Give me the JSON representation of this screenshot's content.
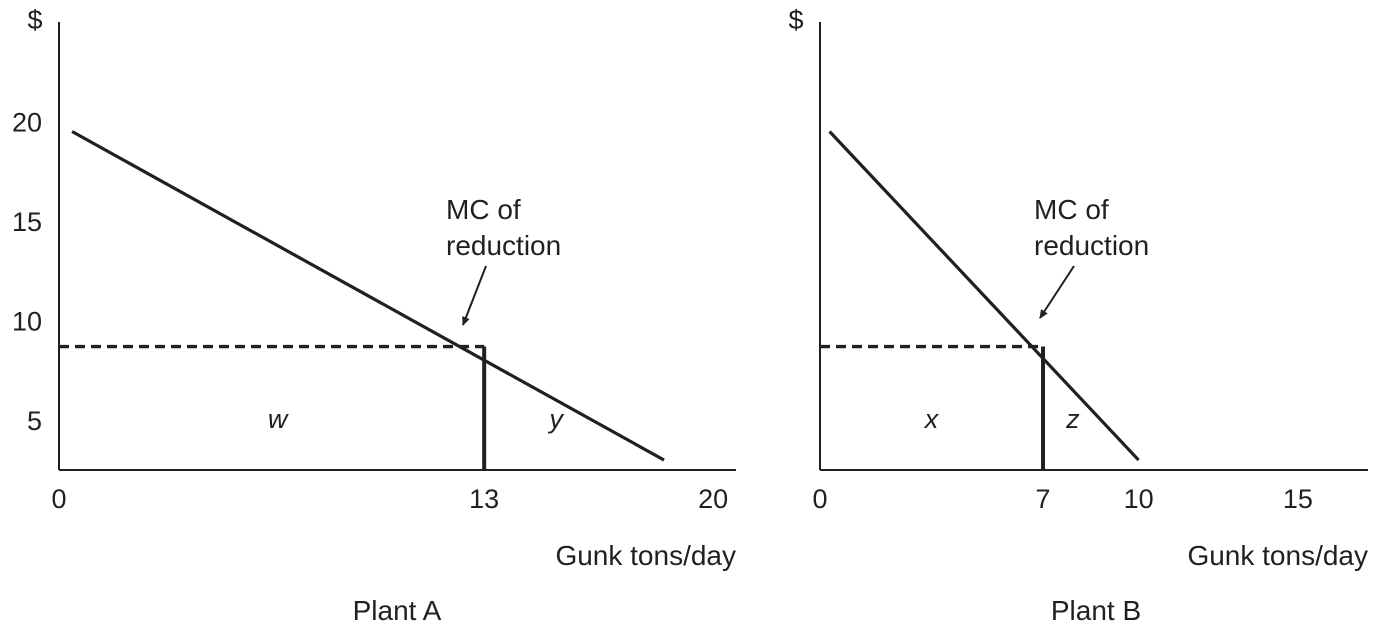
{
  "chart_data": [
    {
      "type": "line",
      "title": "Plant A",
      "ylabel": "$",
      "xlabel": "Gunk tons/day",
      "x_ticks": [
        0,
        13,
        20
      ],
      "y_ticks": [
        5,
        10,
        15,
        20
      ],
      "xlim": [
        0,
        20.7
      ],
      "ylim": [
        2.5,
        25
      ],
      "series": [
        {
          "name": "MC of reduction",
          "x": [
            0.4,
            18.5
          ],
          "y": [
            19.5,
            3.0
          ]
        }
      ],
      "price_level": 8.7,
      "quantity_marker": 13,
      "annotation": [
        "MC of",
        "reduction"
      ],
      "regions": [
        "w",
        "y"
      ]
    },
    {
      "type": "line",
      "title": "Plant B",
      "ylabel": "$",
      "xlabel": "Gunk tons/day",
      "x_ticks": [
        0,
        7,
        10,
        15
      ],
      "y_ticks": [],
      "xlim": [
        0,
        17.2
      ],
      "ylim": [
        2.5,
        25
      ],
      "series": [
        {
          "name": "MC of reduction",
          "x": [
            0.3,
            10.0
          ],
          "y": [
            19.5,
            3.0
          ]
        }
      ],
      "price_level": 8.7,
      "quantity_marker": 7,
      "annotation": [
        "MC of",
        "reduction"
      ],
      "regions": [
        "x",
        "z"
      ]
    }
  ]
}
